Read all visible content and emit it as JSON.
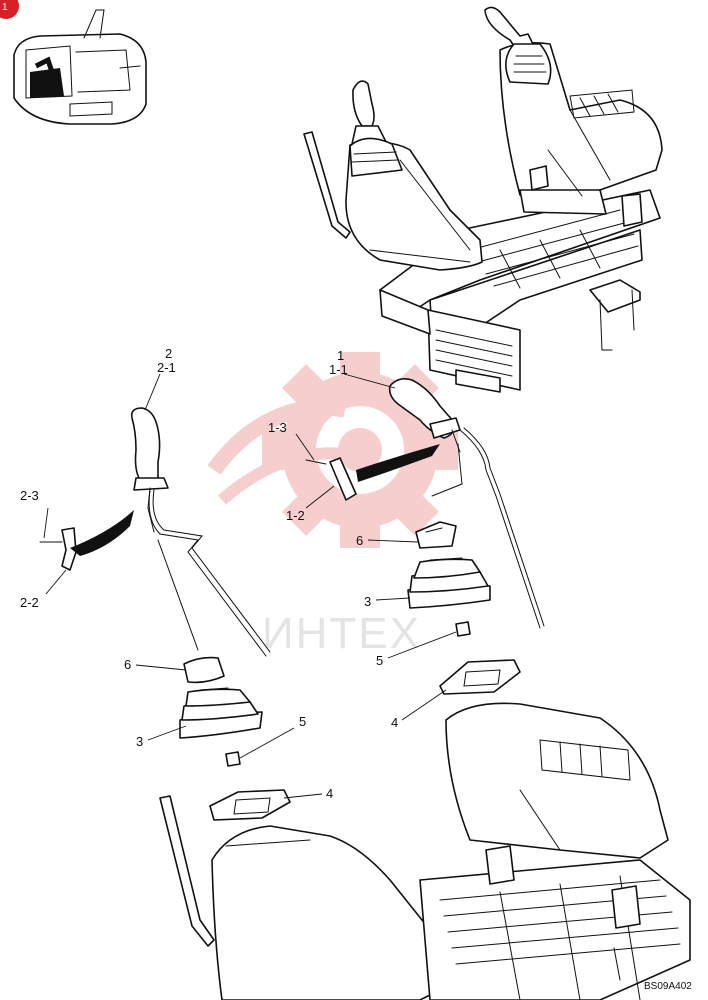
{
  "diagram": {
    "reference_code": "BS09A402",
    "watermark": "ИНТЕХ",
    "callouts": {
      "c2": "2",
      "c2_1": "2-1",
      "c2_3": "2-3",
      "c2_2": "2-2",
      "c6_left": "6",
      "c3_left": "3",
      "c5_left": "5",
      "c4_left": "4",
      "c1": "1",
      "c1_1": "1-1",
      "c1_3": "1-3",
      "c1_2": "1-2",
      "c6_right": "6",
      "c3_right": "3",
      "c5_right": "5",
      "c4_right": "4"
    },
    "colors": {
      "line": "#111111",
      "watermark_gear": "#f2b8b8",
      "watermark_text": "#e4e4e4",
      "badge": "#d6202a",
      "cab_panel": "#111111"
    }
  }
}
